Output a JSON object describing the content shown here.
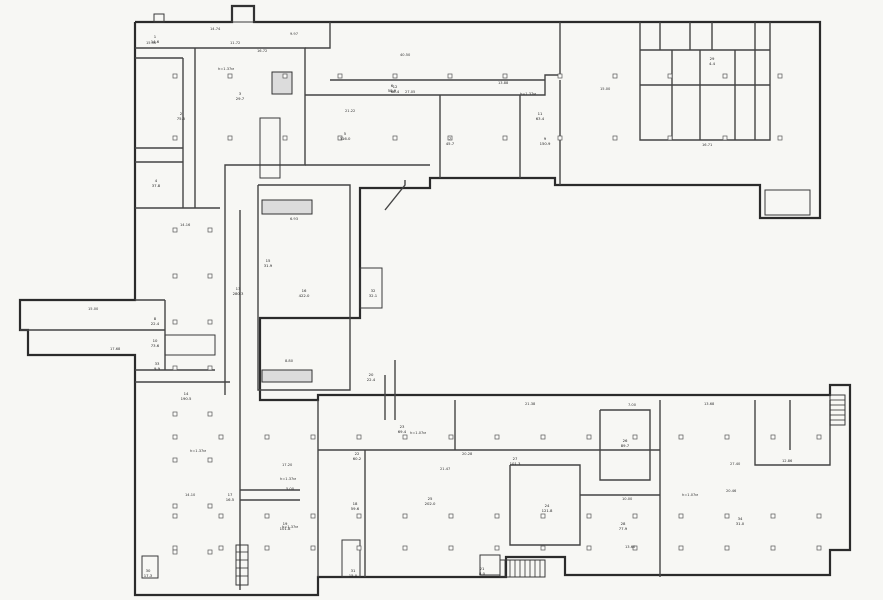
{
  "labels": {
    "d1": "14.74",
    "d2": "11.72",
    "d3": "16.72",
    "d4": "9.97",
    "d5": "40.50",
    "d6": "27.05",
    "d7": "15.00",
    "d8": "13.88",
    "d9": "21.22",
    "d10": "21.47",
    "d11": "20.28",
    "d12": "21.38",
    "d13": "14.16",
    "d14": "14.10",
    "d15": "15.00",
    "d16": "13.68",
    "d17": "16.71",
    "d18": "15.50",
    "d19": "17.68",
    "d20": "7.00",
    "d21": "6.93",
    "d22": "8.80",
    "d23": "10.00",
    "d24": "20.46",
    "d25": "27.40",
    "d26": "12.86",
    "d27": "13.60",
    "d28": "17.20",
    "d29": "5.00"
  },
  "rooms": [
    {
      "num": "1",
      "area": "14.6"
    },
    {
      "num": "2",
      "area": "75.5"
    },
    {
      "num": "3",
      "area": "29.7"
    },
    {
      "num": "4",
      "area": "37.8"
    },
    {
      "num": "5",
      "area": "316.0"
    },
    {
      "num": "6",
      "area": "58.9"
    },
    {
      "num": "7",
      "area": "45.7"
    },
    {
      "num": "8",
      "area": "22.4"
    },
    {
      "num": "9",
      "area": "150.9"
    },
    {
      "num": "10",
      "area": "73.6"
    },
    {
      "num": "11",
      "area": "63.4"
    },
    {
      "num": "12",
      "area": "68.4"
    },
    {
      "num": "13",
      "area": "280.3"
    },
    {
      "num": "14",
      "area": "190.5"
    },
    {
      "num": "15",
      "area": "31.9"
    },
    {
      "num": "16",
      "area": "422.0"
    },
    {
      "num": "17",
      "area": "16.5"
    },
    {
      "num": "18",
      "area": "59.6"
    },
    {
      "num": "19",
      "area": "101.8"
    },
    {
      "num": "20",
      "area": "22.4"
    },
    {
      "num": "21",
      "area": "8.0"
    },
    {
      "num": "22",
      "area": "60.2"
    },
    {
      "num": "23",
      "area": "69.4"
    },
    {
      "num": "24",
      "area": "121.8"
    },
    {
      "num": "25",
      "area": "202.0"
    },
    {
      "num": "26",
      "area": "89.7"
    },
    {
      "num": "27",
      "area": "101.3"
    },
    {
      "num": "28",
      "area": "77.9"
    },
    {
      "num": "29",
      "area": "4.4"
    },
    {
      "num": "30",
      "area": "17.3"
    },
    {
      "num": "31",
      "area": "15.0"
    },
    {
      "num": "32",
      "area": "32.1"
    },
    {
      "num": "33",
      "area": "9.9"
    },
    {
      "num": "34",
      "area": "31.0"
    }
  ],
  "heights": {
    "h1": "h=1.37м",
    "h2": "h=1.37м",
    "h3": "h=1.37м",
    "h4": "h=1.37м",
    "h5": "h=1.37м",
    "h6": "h=1.07м",
    "h7": "h=1.07м"
  }
}
